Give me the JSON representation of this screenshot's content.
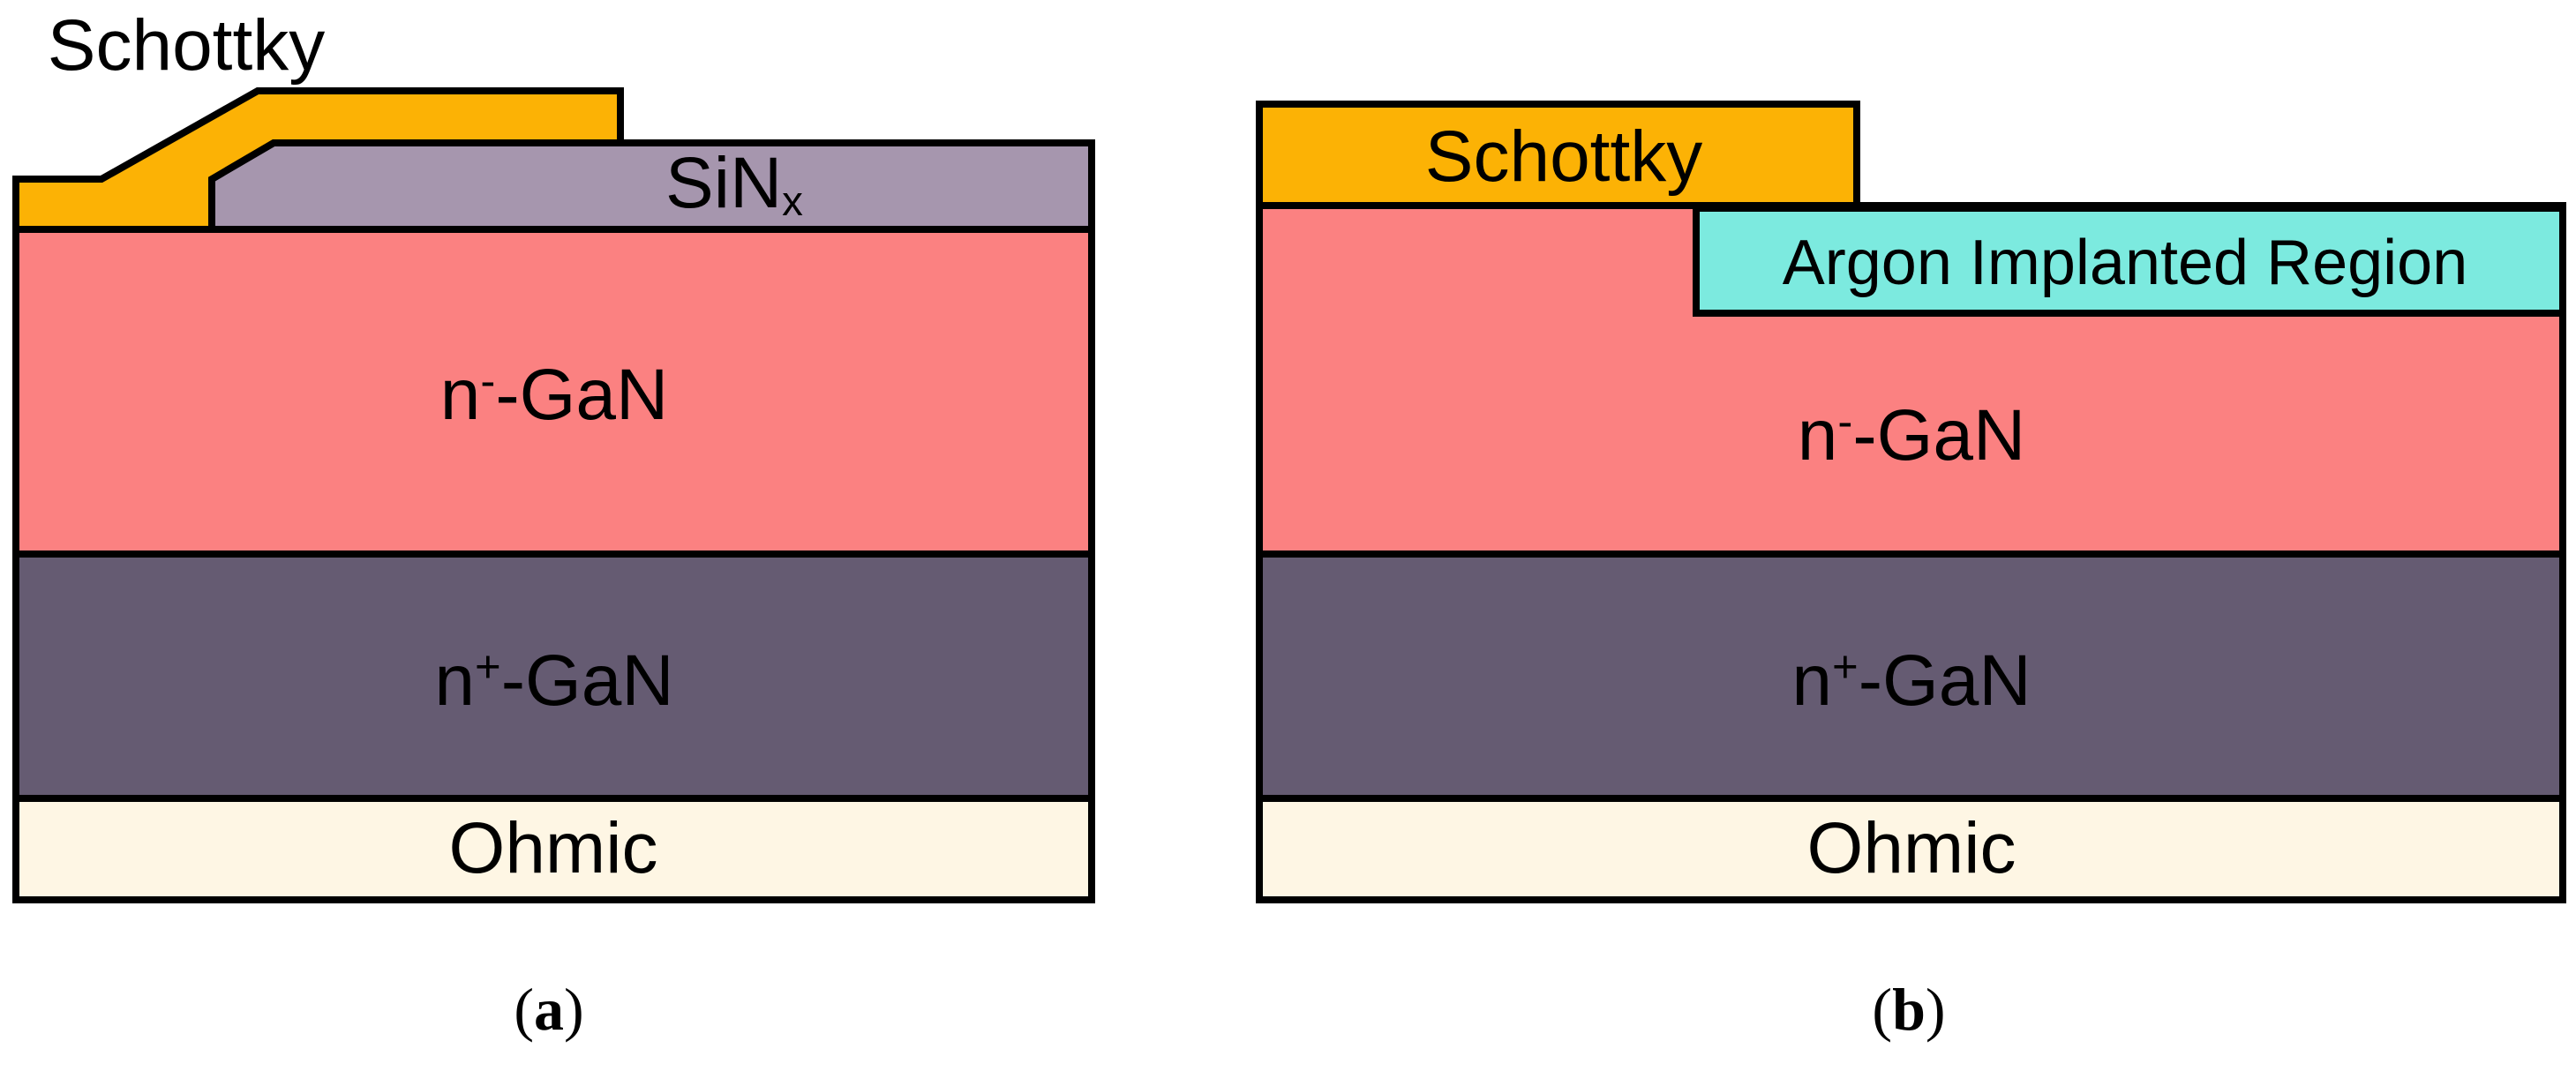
{
  "figure": {
    "panel_a": {
      "caption": {
        "open": "(",
        "letter": "a",
        "close": ")"
      },
      "labels": {
        "schottky": "Schottky",
        "sinx": {
          "base": "SiN",
          "sub": "x"
        },
        "n_minus_gan": {
          "base": "n",
          "sup": "-",
          "rest": "-GaN"
        },
        "n_plus_gan": {
          "base": "n",
          "sup": "+",
          "rest": "-GaN"
        },
        "ohmic": "Ohmic"
      }
    },
    "panel_b": {
      "caption": {
        "open": "(",
        "letter": "b",
        "close": ")"
      },
      "labels": {
        "schottky": "Schottky",
        "argon": "Argon Implanted Region",
        "n_minus_gan": {
          "base": "n",
          "sup": "-",
          "rest": "-GaN"
        },
        "n_plus_gan": {
          "base": "n",
          "sup": "+",
          "rest": "-GaN"
        },
        "ohmic": "Ohmic"
      }
    },
    "colors": {
      "schottky_metal": "#FCB205",
      "sinx_dielectric": "#A696AE",
      "n_minus_gan": "#FB8181",
      "n_plus_gan": "#655B72",
      "ohmic_contact": "#FEF6E4",
      "argon_implant": "#7CEADF",
      "outline": "#000000"
    }
  }
}
